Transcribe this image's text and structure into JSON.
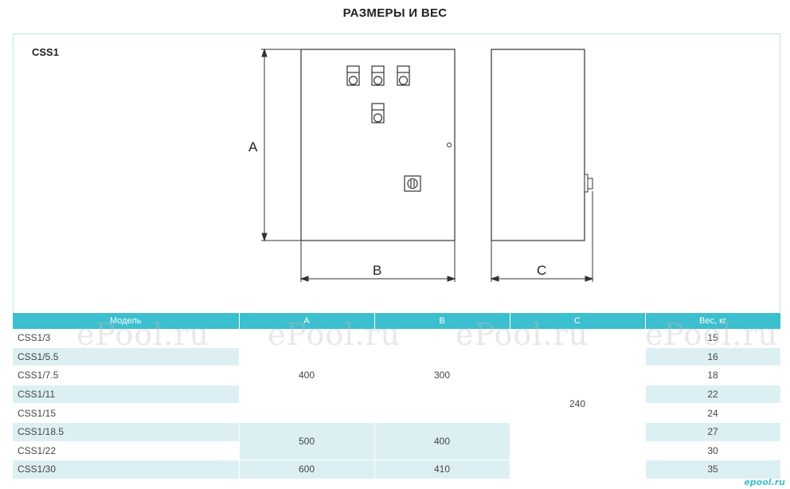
{
  "page_title": "РАЗМЕРЫ И ВЕС",
  "model_name": "CSS1",
  "dim_labels": {
    "a": "A",
    "b": "B",
    "c": "C"
  },
  "table": {
    "headers": [
      "Модель",
      "A",
      "B",
      "C",
      "Вес, кг"
    ],
    "rows": [
      {
        "model": "CSS1/3",
        "weight": "15"
      },
      {
        "model": "CSS1/5.5",
        "weight": "16"
      },
      {
        "model": "CSS1/7.5",
        "weight": "18"
      },
      {
        "model": "CSS1/11",
        "weight": "22"
      },
      {
        "model": "CSS1/15",
        "weight": "24"
      },
      {
        "model": "CSS1/18.5",
        "weight": "27"
      },
      {
        "model": "CSS1/22",
        "weight": "30"
      },
      {
        "model": "CSS1/30",
        "weight": "35"
      }
    ],
    "a_groups": [
      "400",
      "500",
      "600"
    ],
    "b_groups": [
      "300",
      "400",
      "410"
    ],
    "c_group": "240"
  },
  "watermark": "ePool.ru",
  "logo": "epool.ru",
  "colors": {
    "header_bg": "#3cbfcf",
    "row_alt": "#dcf0f4",
    "frame": "#bfe3ea"
  }
}
